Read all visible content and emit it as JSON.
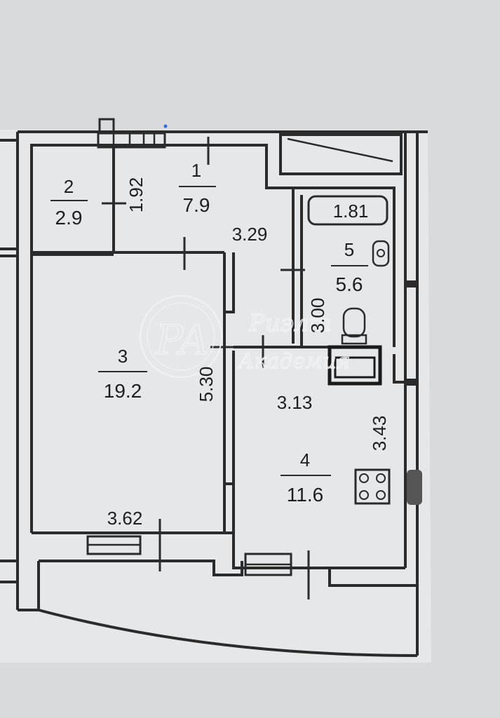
{
  "rooms": [
    {
      "number": "1",
      "area": "7.9"
    },
    {
      "number": "2",
      "area": "2.9"
    },
    {
      "number": "3",
      "area": "19.2"
    },
    {
      "number": "4",
      "area": "11.6"
    },
    {
      "number": "5",
      "area": "5.6"
    }
  ],
  "dimensions": {
    "room1_width": "3.29",
    "room2_height": "1.92",
    "room3_height": "5.30",
    "room3_width": "3.62",
    "room4_width": "3.13",
    "room4_height": "3.43",
    "room5_height": "3.00",
    "bathtub_length": "1.81"
  },
  "watermark": {
    "monogram": "PA",
    "line1": "Риэлт",
    "line2": "Академия"
  },
  "colors": {
    "background": "#d9dadc",
    "paper": "#e6e7e8",
    "wall": "#2b2b2b"
  },
  "icons": {
    "bathtub": "bathtub-icon",
    "toilet": "toilet-icon",
    "sink": "sink-icon",
    "stove": "stove-icon",
    "ventilation": "vent-shaft-icon"
  }
}
